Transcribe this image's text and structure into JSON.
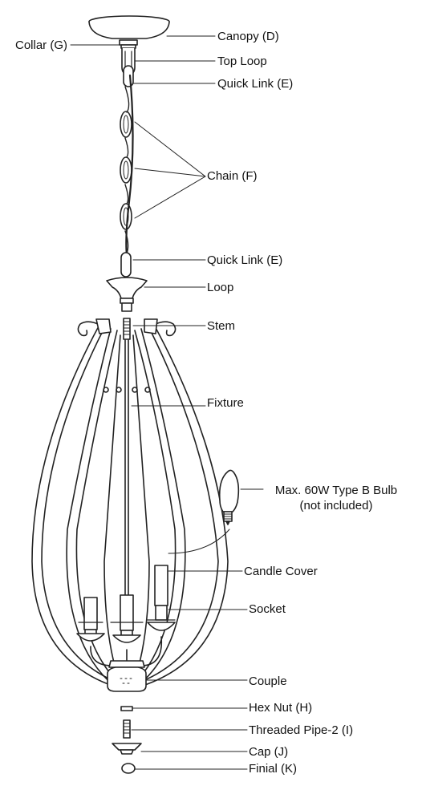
{
  "labels": {
    "collar": "Collar (G)",
    "canopy": "Canopy (D)",
    "top_loop": "Top Loop",
    "quick_link_top": "Quick Link (E)",
    "chain": "Chain (F)",
    "quick_link_bottom": "Quick Link (E)",
    "loop": "Loop",
    "stem": "Stem",
    "fixture": "Fixture",
    "bulb_line1": "Max. 60W Type B Bulb",
    "bulb_line2": "(not included)",
    "candle_cover": "Candle Cover",
    "socket": "Socket",
    "couple": "Couple",
    "hex_nut": "Hex Nut (H)",
    "threaded_pipe": "Threaded Pipe-2 (I)",
    "cap": "Cap (J)",
    "finial": "Finial (K)"
  }
}
